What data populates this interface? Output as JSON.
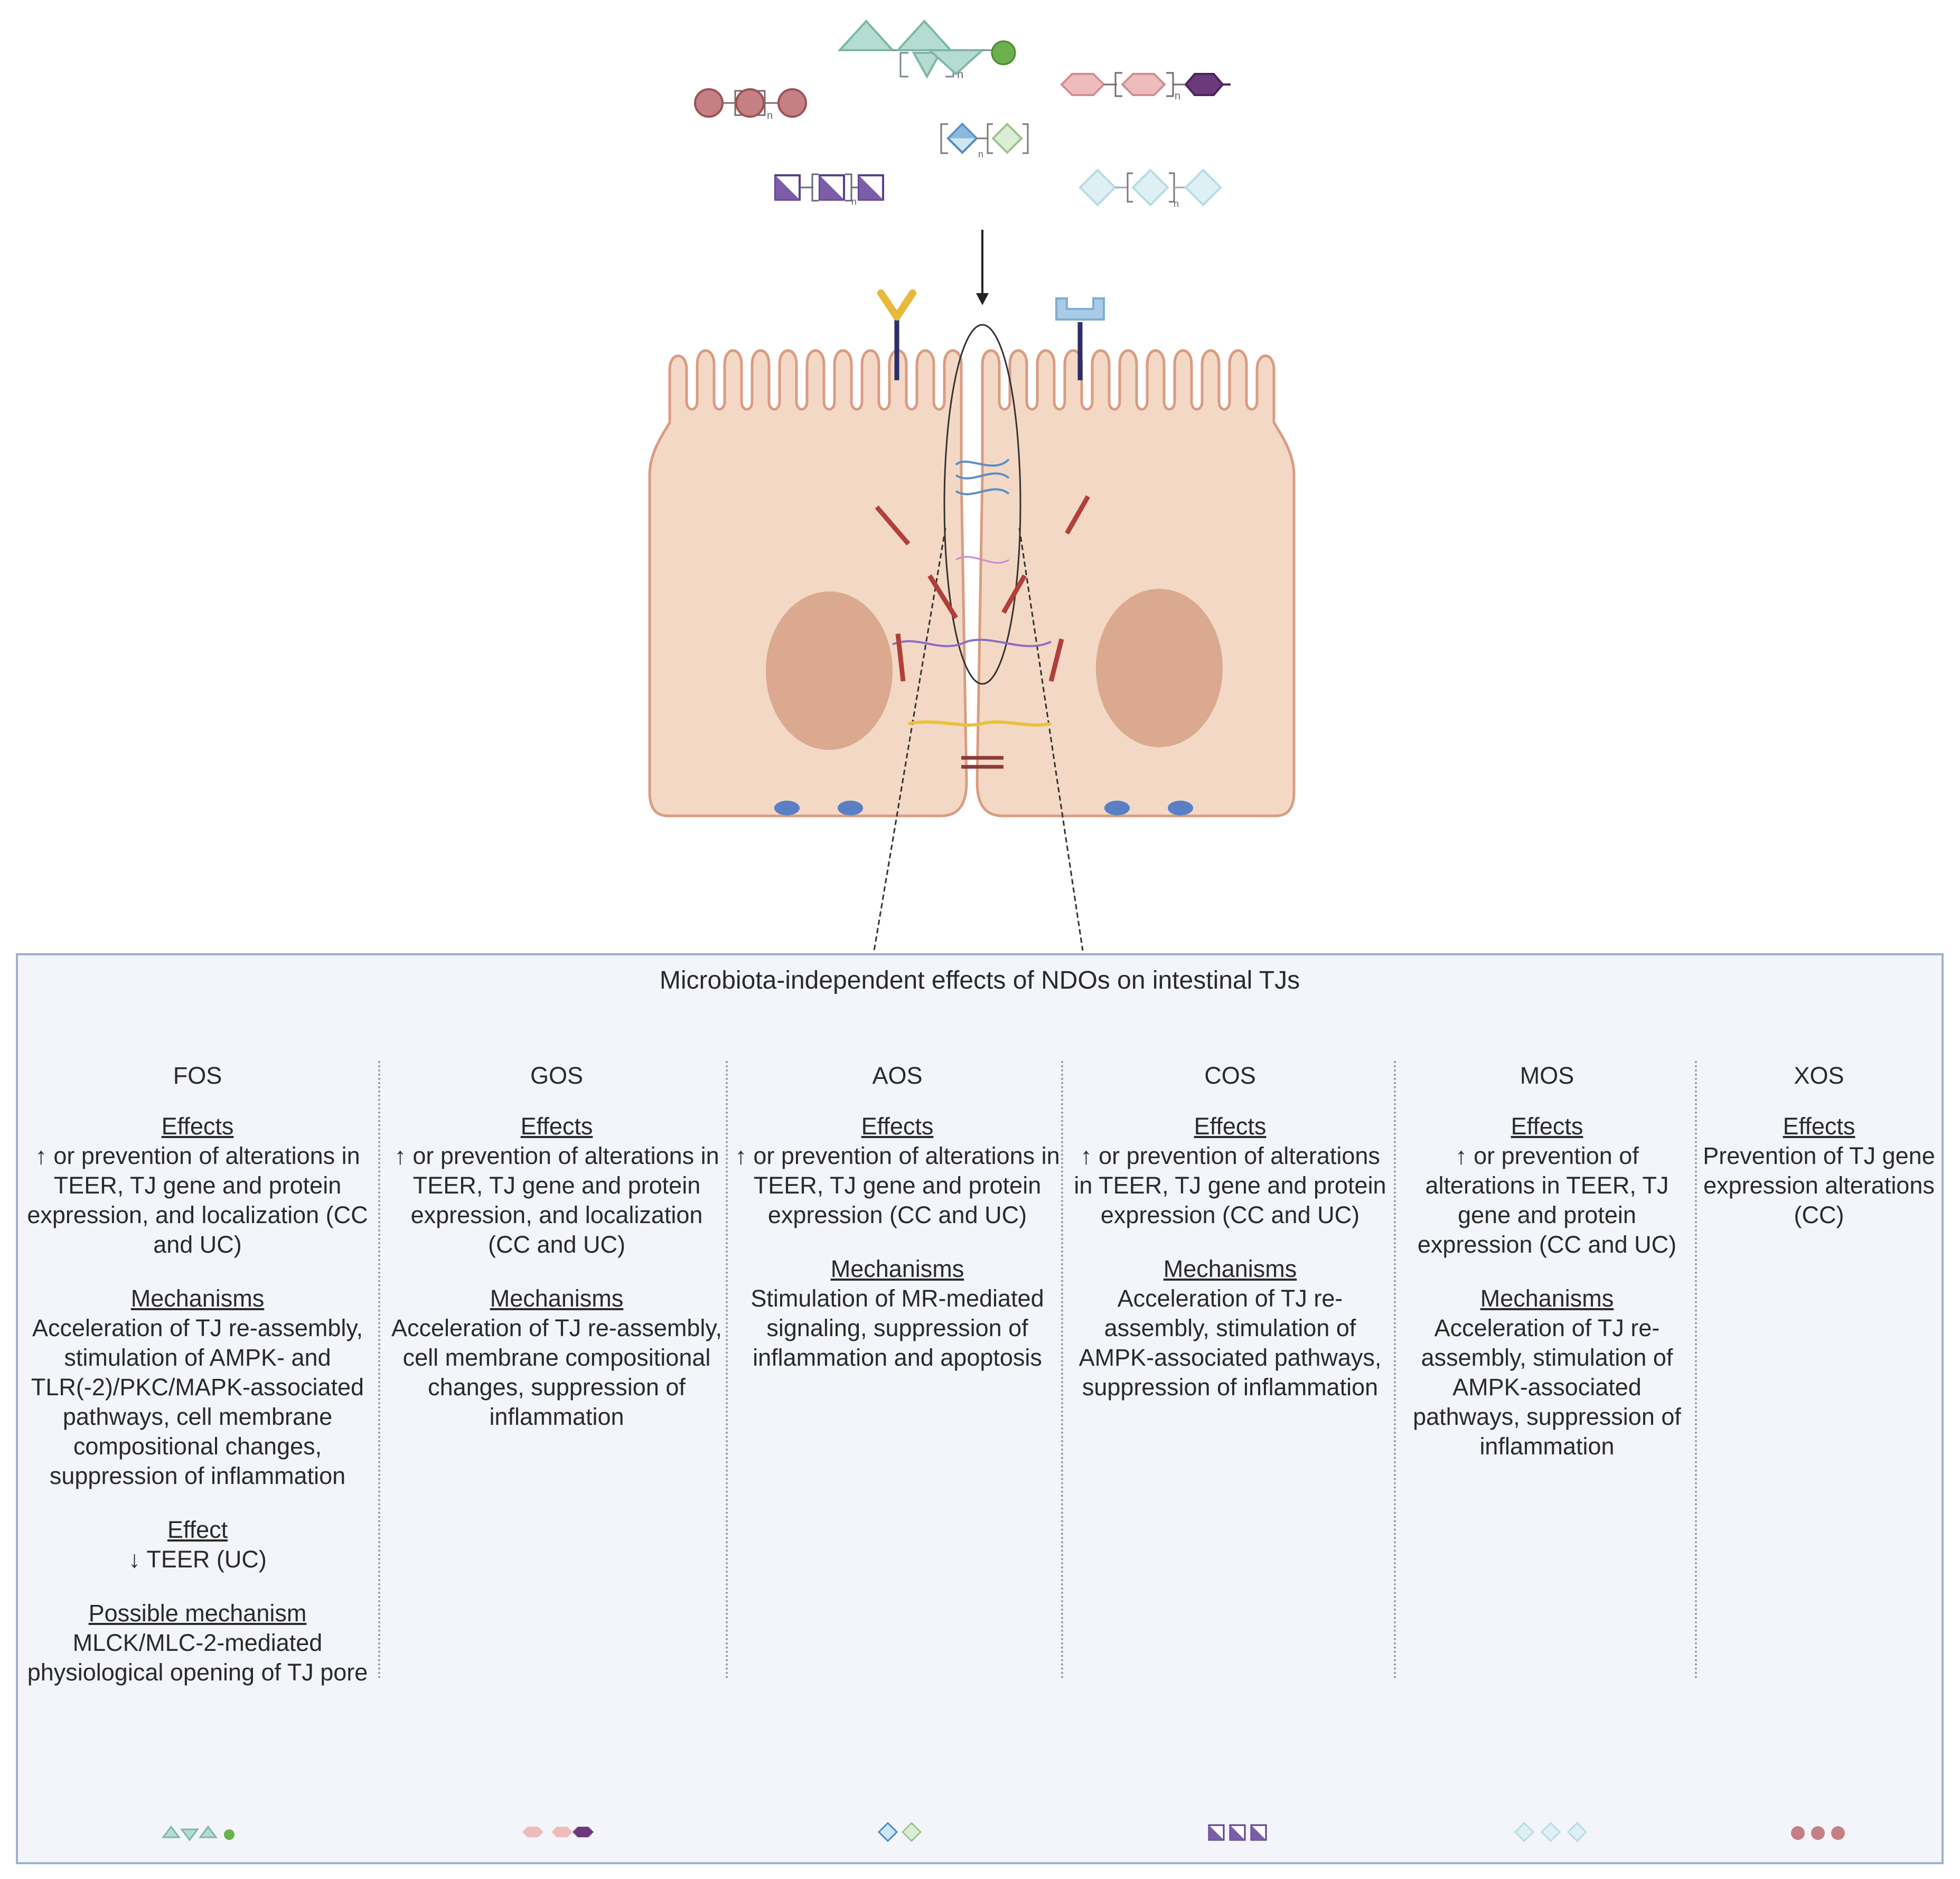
{
  "panel": {
    "title": "Microbiota-independent effects of NDOs on intestinal TJs"
  },
  "columns": [
    {
      "name": "FOS",
      "sections": [
        {
          "heading": "Effects",
          "text": "↑ or prevention of alterations in TEER, TJ gene and protein expression, and localization (CC and UC)"
        },
        {
          "heading": "Mechanisms",
          "text": "Acceleration of TJ re-assembly, stimulation of AMPK- and TLR(-2)/PKC/MAPK-associated pathways, cell membrane compositional changes, suppression of inflammation"
        },
        {
          "heading": "Effect",
          "text": "↓ TEER (UC)"
        },
        {
          "heading": "Possible mechanism",
          "text": "MLCK/MLC-2-mediated physiological opening of TJ pore"
        }
      ]
    },
    {
      "name": "GOS",
      "sections": [
        {
          "heading": "Effects",
          "text": "↑ or prevention of alterations in TEER, TJ gene and protein expression, and localization (CC and UC)"
        },
        {
          "heading": "Mechanisms",
          "text": "Acceleration of TJ re-assembly, cell membrane compositional changes, suppression of inflammation"
        }
      ]
    },
    {
      "name": "AOS",
      "sections": [
        {
          "heading": "Effects",
          "text": "↑ or prevention of alterations in TEER, TJ gene and protein expression (CC and UC)"
        },
        {
          "heading": "Mechanisms",
          "text": "Stimulation of MR-mediated signaling, suppression of inflammation and apoptosis"
        }
      ]
    },
    {
      "name": "COS",
      "sections": [
        {
          "heading": "Effects",
          "text": "↑ or prevention of alterations in TEER, TJ gene and protein expression (CC and UC)"
        },
        {
          "heading": "Mechanisms",
          "text": "Acceleration of TJ re-assembly, stimulation of AMPK-associated pathways, suppression of inflammation"
        }
      ]
    },
    {
      "name": "MOS",
      "sections": [
        {
          "heading": "Effects",
          "text": "↑ or prevention of alterations in TEER, TJ gene and protein expression (CC and UC)"
        },
        {
          "heading": "Mechanisms",
          "text": "Acceleration of TJ re-assembly, stimulation of AMPK-associated pathways, suppression of inflammation"
        }
      ]
    },
    {
      "name": "XOS",
      "sections": [
        {
          "heading": "Effects",
          "text": "Prevention of TJ gene expression alterations (CC)"
        }
      ]
    }
  ],
  "structure_labels": {
    "repeat_subscript": "n"
  },
  "colors": {
    "cell_fill": "#f3d9c5",
    "cell_outline": "#d99c82",
    "nucleus": "#dba890",
    "panel_bg": "#f3f5fb",
    "panel_border": "#9fb0cf",
    "fos": "#9bcbc0",
    "gos": "#e2a3a7",
    "gos_end": "#5a2a6b",
    "aos": "#6fa6d6",
    "cos": "#7b5ea7",
    "mos": "#cfe7ee",
    "xos": "#b56a6e",
    "glucose": "#6ab04c",
    "receptor_y": "#e8b93a",
    "receptor_u": "#a9cbe5"
  }
}
